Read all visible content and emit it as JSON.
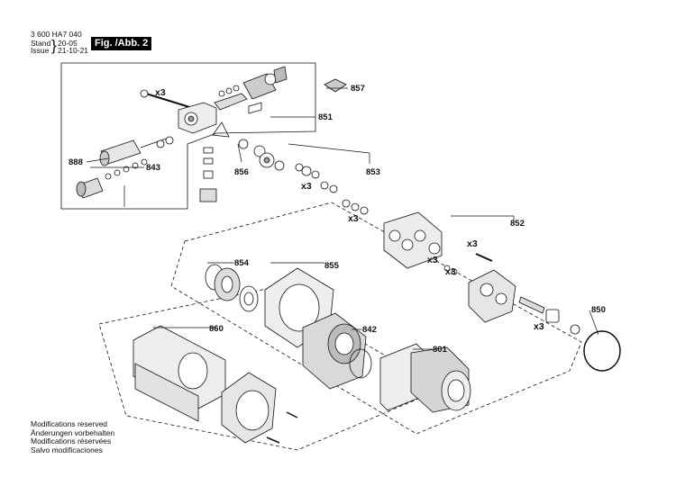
{
  "header": {
    "doc_id": "3 600 HA7 040",
    "stand_label": "Stand",
    "stand_value": "20-05",
    "issue_label": "Issue",
    "issue_value": "21-10-21",
    "figure_label": "Fig. /Abb. 2"
  },
  "footer": {
    "lines": [
      "Modifications reserved",
      "Änderungen vorbehalten",
      "Modifications réservées",
      "Salvo modificaciones"
    ]
  },
  "parts": {
    "p857": "857",
    "p851": "851",
    "p888": "888",
    "p843": "843",
    "p856": "856",
    "p853": "853",
    "p852": "852",
    "p854": "854",
    "p855": "855",
    "p860": "860",
    "p842": "842",
    "p801": "801",
    "p850": "850"
  },
  "quantities": {
    "q1": "x3",
    "q2": "x3",
    "q3": "x3",
    "q4": "x3",
    "q5": "x3",
    "q6": "x3",
    "q7": "x3"
  }
}
